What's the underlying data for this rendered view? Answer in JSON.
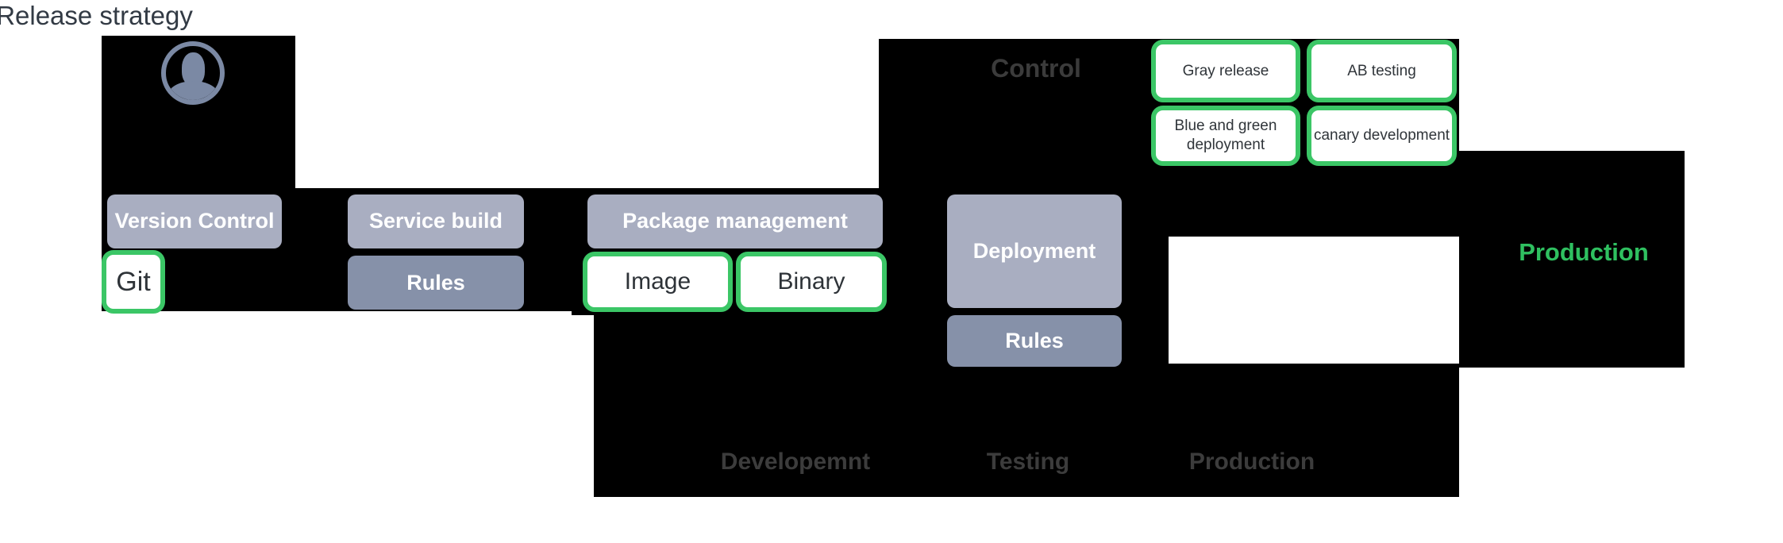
{
  "diagram": {
    "version_control": "Version Control",
    "git": "Git",
    "service_build": "Service build",
    "build_rules": "Rules",
    "package_management": "Package management",
    "image": "Image",
    "binary": "Binary",
    "deployment": "Deployment",
    "deployment_rules": "Rules",
    "control_title": "Control",
    "strategies": [
      "Gray release",
      "AB testing",
      "Blue and green deployment",
      "canary development"
    ],
    "release_strategy": "Release strategy",
    "production_badge": "Production",
    "stage_development": "Developemnt",
    "stage_testing": "Testing",
    "stage_production": "Production"
  },
  "icons": {
    "avatar": "user-avatar-icon"
  },
  "colors": {
    "accent_green_border": "#3bc666",
    "production_green": "#2fc060",
    "box_gray": "#a9aec1",
    "box_slate": "#8691a9",
    "avatar_blue": "#7b89a4",
    "panel_black": "#000000",
    "dim_stage_text": "#3c3c3c"
  }
}
